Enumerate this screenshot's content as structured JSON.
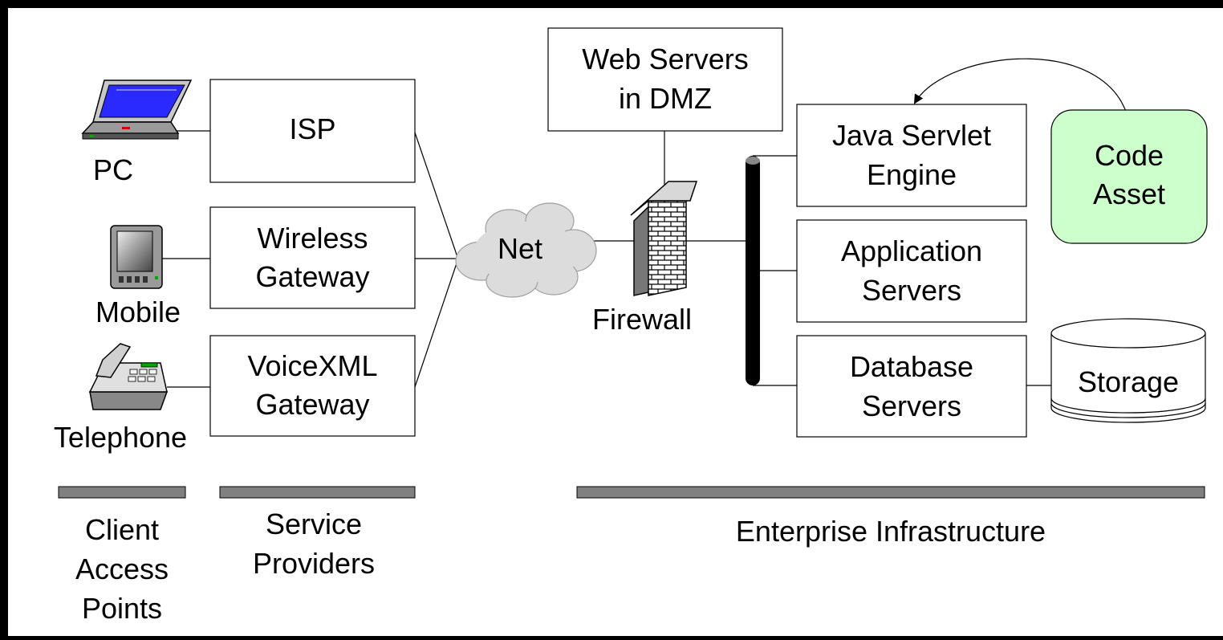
{
  "clients": {
    "pc_label": "PC",
    "mobile_label": "Mobile",
    "telephone_label": "Telephone"
  },
  "providers": {
    "isp": [
      "ISP"
    ],
    "wireless": [
      "Wireless",
      "Gateway"
    ],
    "voicexml": [
      "VoiceXML",
      "Gateway"
    ]
  },
  "network": {
    "net_label": "Net",
    "firewall_label": "Firewall",
    "dmz": [
      "Web Servers",
      "in DMZ"
    ]
  },
  "enterprise": {
    "servlet": [
      "Java Servlet",
      "Engine"
    ],
    "app": [
      "Application",
      "Servers"
    ],
    "db": [
      "Database",
      "Servers"
    ],
    "storage_label": "Storage",
    "code_asset": [
      "Code",
      "Asset"
    ]
  },
  "sections": {
    "client": [
      "Client",
      "Access",
      "Points"
    ],
    "service": [
      "Service",
      "Providers"
    ],
    "enterprise": [
      "Enterprise Infrastructure"
    ]
  },
  "colors": {
    "code_asset_fill": "#ccffcc",
    "bar_fill": "#808080",
    "cloud_fill": "#dcdcdc",
    "laptop_screen": "#2a2aff",
    "outline": "#000000"
  }
}
